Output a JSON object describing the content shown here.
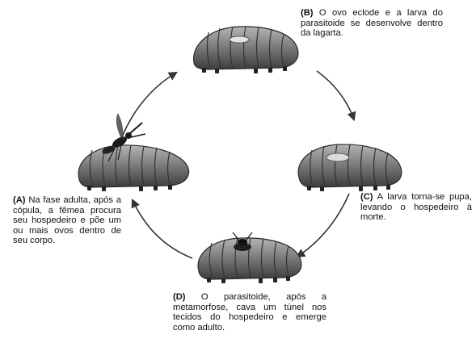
{
  "stages": {
    "a": {
      "tag": "(A)",
      "text": "Na fase adulta, após a cópula, a fêmea procura seu hospedeiro e põe um ou mais ovos dentro de seu corpo."
    },
    "b": {
      "tag": "(B)",
      "text": "O ovo eclode e a larva do parasitoide se desenvolve dentro da lagarta."
    },
    "c": {
      "tag": "(C)",
      "text": "A larva torna-se pupa, levando o hospedeiro à morte."
    },
    "d": {
      "tag": "(D)",
      "text": "O parasitoide, após a metamorfose, cava um túnel nos tecidos do hospedeiro e emerge como adulto."
    }
  },
  "colors": {
    "caterpillar_body": "#8a8a8a",
    "caterpillar_shade": "#4a4a4a",
    "arrow": "#333333",
    "text": "#111111"
  }
}
